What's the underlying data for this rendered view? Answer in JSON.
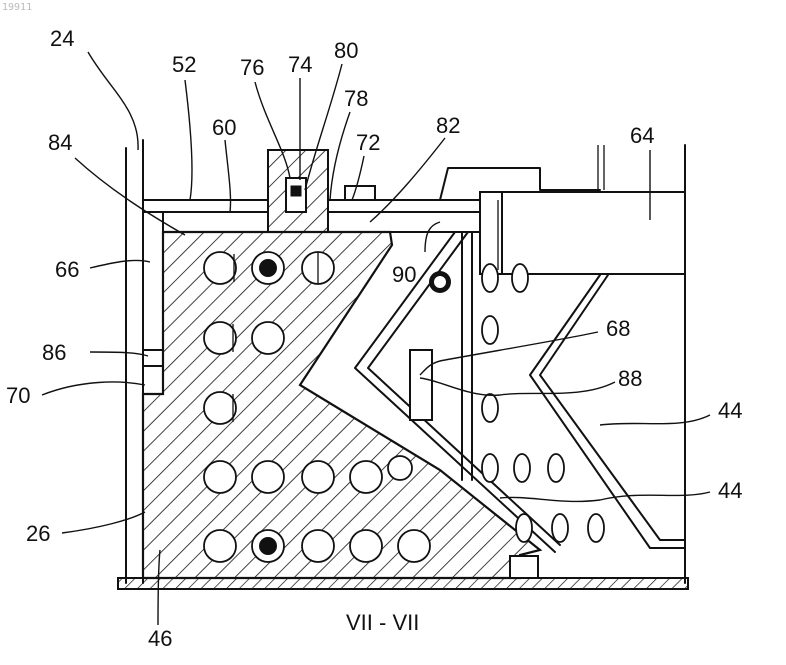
{
  "document_id": "19911",
  "section_caption": "VII - VII",
  "reference_numerals": {
    "n24": "24",
    "n52": "52",
    "n76": "76",
    "n74": "74",
    "n80": "80",
    "n78": "78",
    "n60": "60",
    "n84": "84",
    "n72": "72",
    "n82": "82",
    "n64": "64",
    "n66": "66",
    "n90": "90",
    "n68": "68",
    "n86": "86",
    "n88": "88",
    "n70": "70",
    "n44a": "44",
    "n44b": "44",
    "n26": "26",
    "n46": "46"
  }
}
